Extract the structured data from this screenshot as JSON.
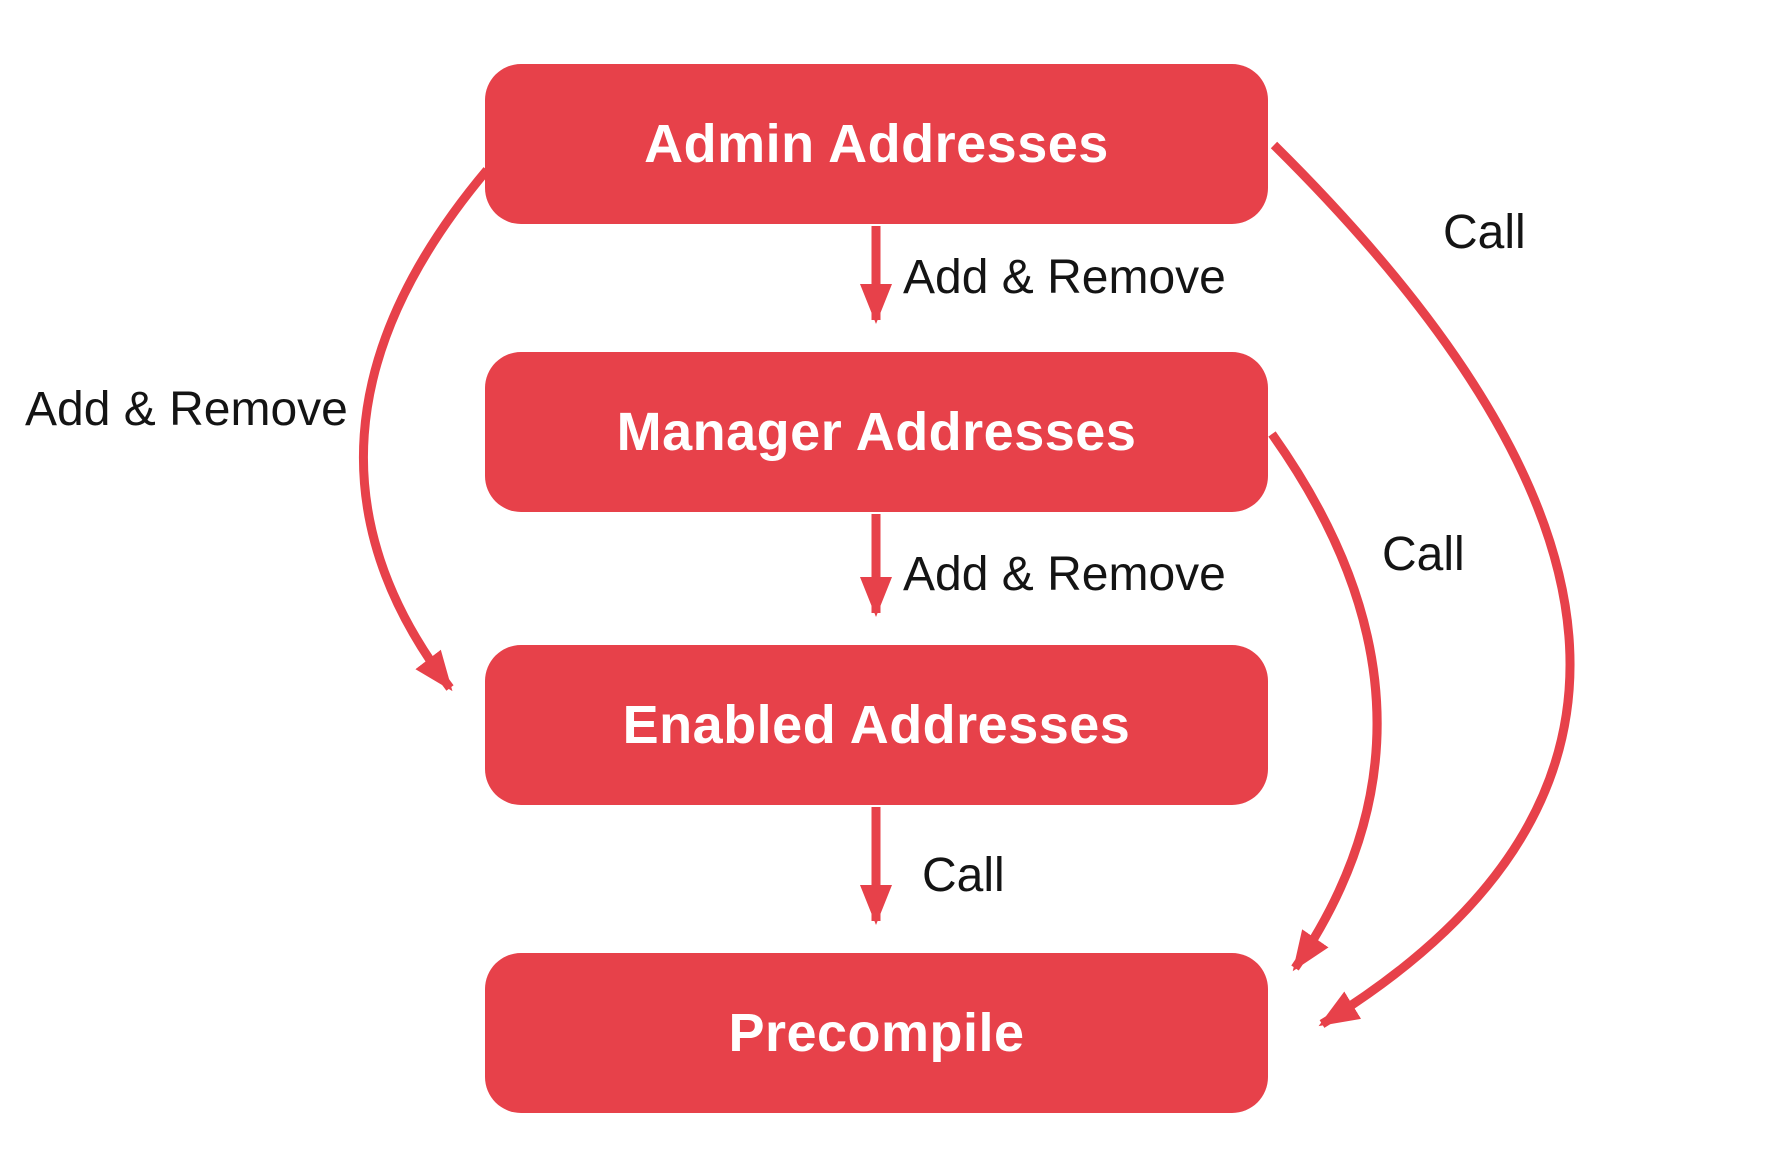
{
  "theme": {
    "accent-red": "#E7414A",
    "label-color": "#141414",
    "node-text": "#ffffff",
    "page-bg": "#ffffff"
  },
  "diagram": {
    "nodes": [
      {
        "id": "admin",
        "label": "Admin Addresses"
      },
      {
        "id": "manager",
        "label": "Manager Addresses"
      },
      {
        "id": "enabled",
        "label": "Enabled Addresses"
      },
      {
        "id": "precompile",
        "label": "Precompile"
      }
    ],
    "edges": [
      {
        "from": "admin",
        "to": "manager",
        "label": "Add & Remove",
        "style": "straight-down"
      },
      {
        "from": "manager",
        "to": "enabled",
        "label": "Add & Remove",
        "style": "straight-down"
      },
      {
        "from": "enabled",
        "to": "precompile",
        "label": "Call",
        "style": "straight-down"
      },
      {
        "from": "admin",
        "to": "enabled",
        "label": "Add & Remove",
        "style": "curve-left"
      },
      {
        "from": "admin",
        "to": "precompile",
        "label": "Call",
        "style": "curve-right-outer"
      },
      {
        "from": "manager",
        "to": "precompile",
        "label": "Call",
        "style": "curve-right-inner"
      }
    ]
  }
}
